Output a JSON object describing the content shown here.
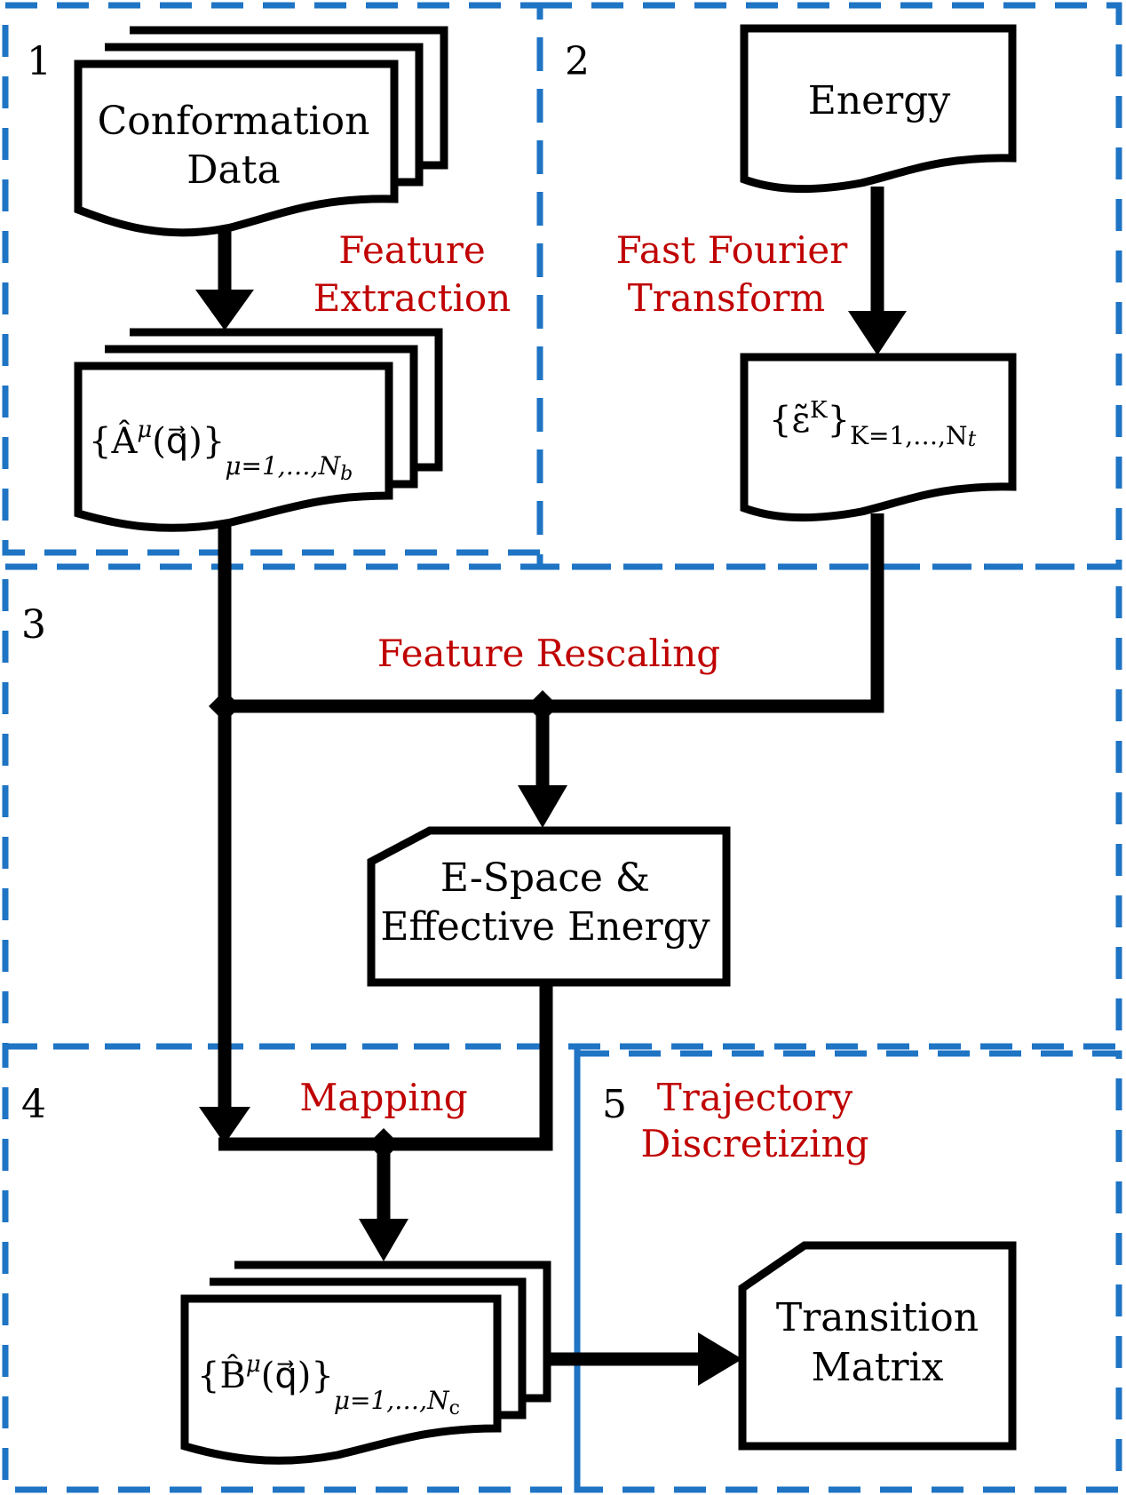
{
  "regions": [
    {
      "id": "1",
      "number": "1"
    },
    {
      "id": "2",
      "number": "2"
    },
    {
      "id": "3",
      "number": "3"
    },
    {
      "id": "4",
      "number": "4"
    },
    {
      "id": "5",
      "number": "5"
    }
  ],
  "nodes": {
    "conformation": {
      "line1": "Conformation",
      "line2": "Data"
    },
    "energy": {
      "label": "Energy"
    },
    "a_features": {
      "main": "{Â",
      "sup": "μ",
      "arg": "(q⃗)}",
      "sub": "μ=1,…,N",
      "subsub": "b"
    },
    "epsilon": {
      "main": "{ε̃",
      "sup": "K",
      "close": "}",
      "sub": "K=1,…,N",
      "subsub": "t"
    },
    "espace": {
      "line1": "E-Space &",
      "line2": "Effective Energy"
    },
    "b_features": {
      "main": "{B̂",
      "sup": "μ",
      "arg": "(q⃗)}",
      "sub": "μ=1,…,N",
      "subsub": "c"
    },
    "transition": {
      "line1": "Transition",
      "line2": "Matrix"
    }
  },
  "processes": {
    "feature_extraction": {
      "line1": "Feature",
      "line2": "Extraction"
    },
    "fft": {
      "line1": "Fast Fourier",
      "line2": "Transform"
    },
    "feature_rescaling": {
      "label": "Feature Rescaling"
    },
    "mapping": {
      "label": "Mapping"
    },
    "trajectory": {
      "line1": "Trajectory",
      "line2": "Discretizing"
    }
  },
  "colors": {
    "region_border": "#1f74c4",
    "process_text": "#c00000",
    "flow": "#000000"
  }
}
